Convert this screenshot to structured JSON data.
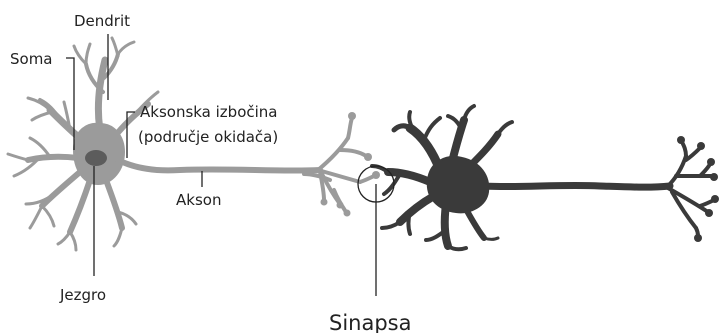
{
  "labels": {
    "dendrite": "Dendrit",
    "soma": "Soma",
    "hillock_line1": "Aksonska izbočina",
    "hillock_line2": "(područje okidača)",
    "axon": "Akson",
    "nucleus": "Jezgro",
    "synapse": "Sinapsa"
  },
  "colors": {
    "neuron_one": "#9b9b9b",
    "neuron_two": "#3a3a3a",
    "nucleus": "#5c5c5c",
    "leader_line": "#222222",
    "text": "#222222"
  }
}
